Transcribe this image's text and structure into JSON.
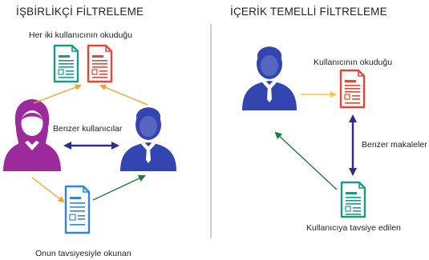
{
  "left_panel": {
    "title": "İŞBİRLİKÇİ FİLTRELEME",
    "top_caption": "Her iki kullanıcının okuduğu",
    "middle_caption": "Benzer kullanıcılar",
    "bottom_caption": "Onun tavsiyesiyle okunan"
  },
  "right_panel": {
    "title": "İÇERİK TEMELLİ FİLTRELEME",
    "top_caption": "Kullanıcının okuduğu",
    "side_caption": "Benzer makaleler",
    "bottom_caption": "Kullanıcıya tavsiye edilen"
  },
  "colors": {
    "teal": "#1a9a86",
    "red": "#e4453a",
    "blue_doc": "#2f86e0",
    "purple_user": "#9b2a9c",
    "blue_user": "#3345b0",
    "orange_arrow": "#f3a330",
    "navy_arrow": "#2b2f8a",
    "green_arrow": "#1f7a3f",
    "yellow_arrow": "#f6c542"
  }
}
